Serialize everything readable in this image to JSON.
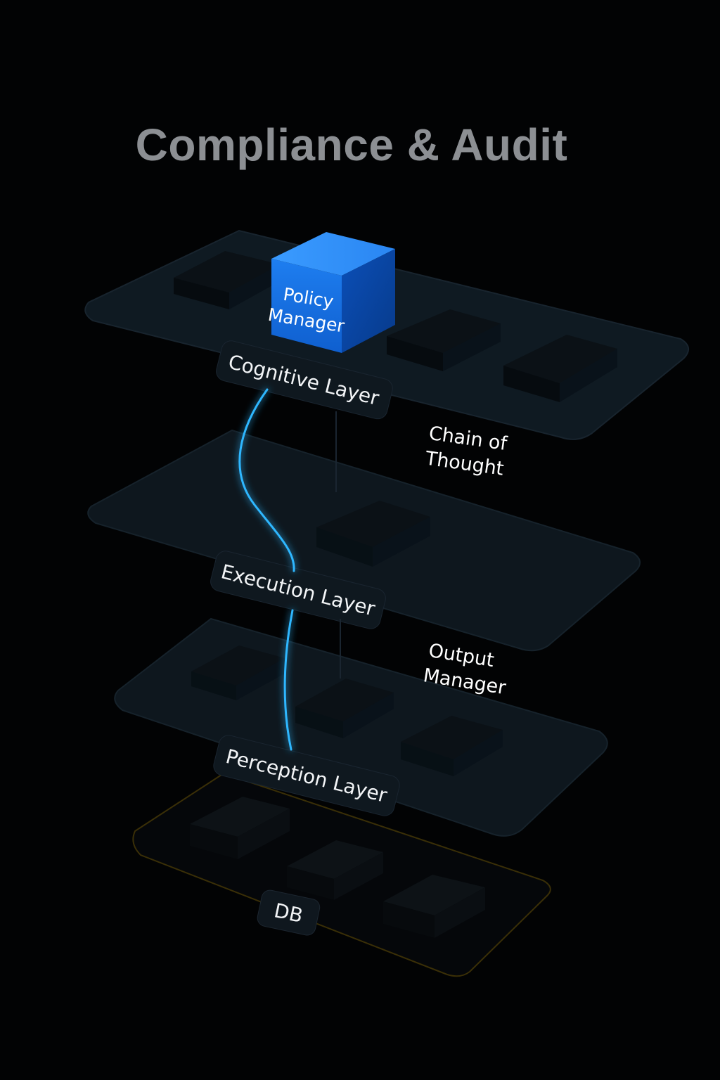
{
  "title": "Compliance & Audit",
  "cube": {
    "line1": "Policy",
    "line2": "Manager"
  },
  "layers": {
    "cognitive": "Cognitive Layer",
    "execution": "Execution Layer",
    "perception": "Perception Layer",
    "db": "DB"
  },
  "notes": {
    "chain_line1": "Chain of",
    "chain_line2": "Thought",
    "output_line1": "Output",
    "output_line2": "Manager"
  },
  "colors": {
    "background": "#020304",
    "title": "#8c8f93",
    "layer_fill": "#101a22",
    "cube_blue": "#1673e6",
    "accent_line": "#2fb7ff",
    "db_outline": "#3a2f07"
  }
}
